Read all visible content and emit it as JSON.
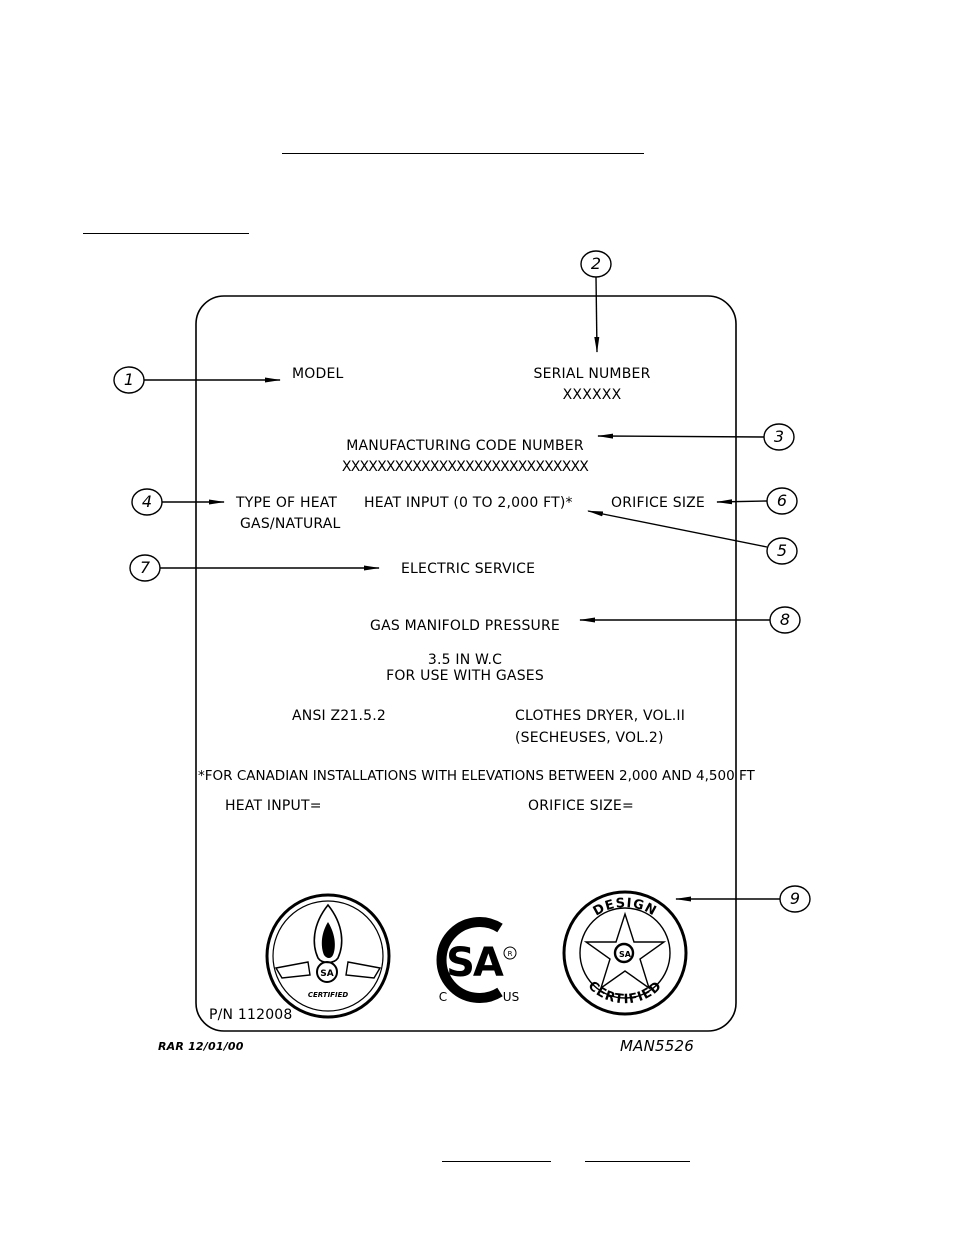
{
  "plate": {
    "model_label": "MODEL",
    "serial_label": "SERIAL NUMBER",
    "serial_value": "XXXXXX",
    "mfg_code_label": "MANUFACTURING CODE NUMBER",
    "mfg_code_value": "XXXXXXXXXXXXXXXXXXXXXXXXXXXX",
    "type_of_heat_label": "TYPE OF HEAT",
    "type_of_heat_value": "GAS/NATURAL",
    "heat_input_label": "HEAT INPUT (0 TO 2,000 FT)*",
    "orifice_size_label": "ORIFICE SIZE",
    "electric_service_label": "ELECTRIC SERVICE",
    "gas_manifold_label": "GAS MANIFOLD PRESSURE",
    "pressure_value": "3.5 IN W.C",
    "for_use_with": "FOR USE WITH GASES",
    "ansi": "ANSI Z21.5.2",
    "clothes_dryer": "CLOTHES DRYER, VOL.II",
    "secheuses": "(SECHEUSES, VOL.2)",
    "canadian_note": "*FOR CANADIAN INSTALLATIONS WITH ELEVATIONS BETWEEN 2,000 AND 4,500 FT",
    "heat_input_eq": "HEAT INPUT=",
    "orifice_size_eq": "ORIFICE SIZE=",
    "part_number": "P/N  112008"
  },
  "logos": {
    "csa_text": "SA",
    "csa_c": "C",
    "csa_us": "US",
    "certified_small": "CERTIFIED",
    "design_text": "DESIGN",
    "certified_text": "CERTIFIED"
  },
  "callouts": [
    "1",
    "2",
    "3",
    "4",
    "5",
    "6",
    "7",
    "8",
    "9"
  ],
  "footer": {
    "drawn_by": "RAR 12/01/00",
    "drawing_number": "MAN5526"
  }
}
